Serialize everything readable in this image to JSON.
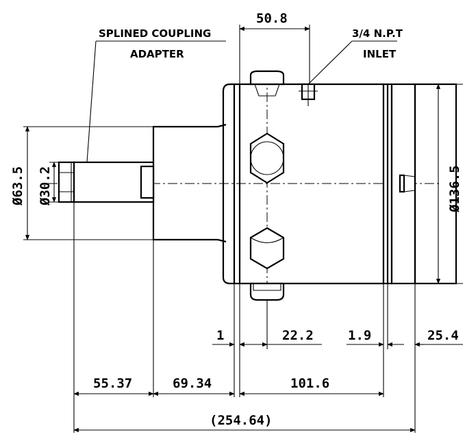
{
  "callouts": {
    "coupling_line1": "SPLINED COUPLING",
    "coupling_line2": "ADAPTER",
    "inlet_line1": "3/4 N.P.T",
    "inlet_line2": "INLET"
  },
  "dimensions": {
    "top_width": "50.8",
    "dia_outer_shaft": "Ø63.5",
    "dia_spline": "Ø30.2",
    "dia_body": "Ø136.5",
    "gap_1": "1",
    "bolt_offset": "22.2",
    "gap_2": "1.9",
    "rear_cap": "25.4",
    "shaft_length": "55.37",
    "pilot_length": "69.34",
    "body_length": "101.6",
    "overall_length": "(254.64)"
  }
}
